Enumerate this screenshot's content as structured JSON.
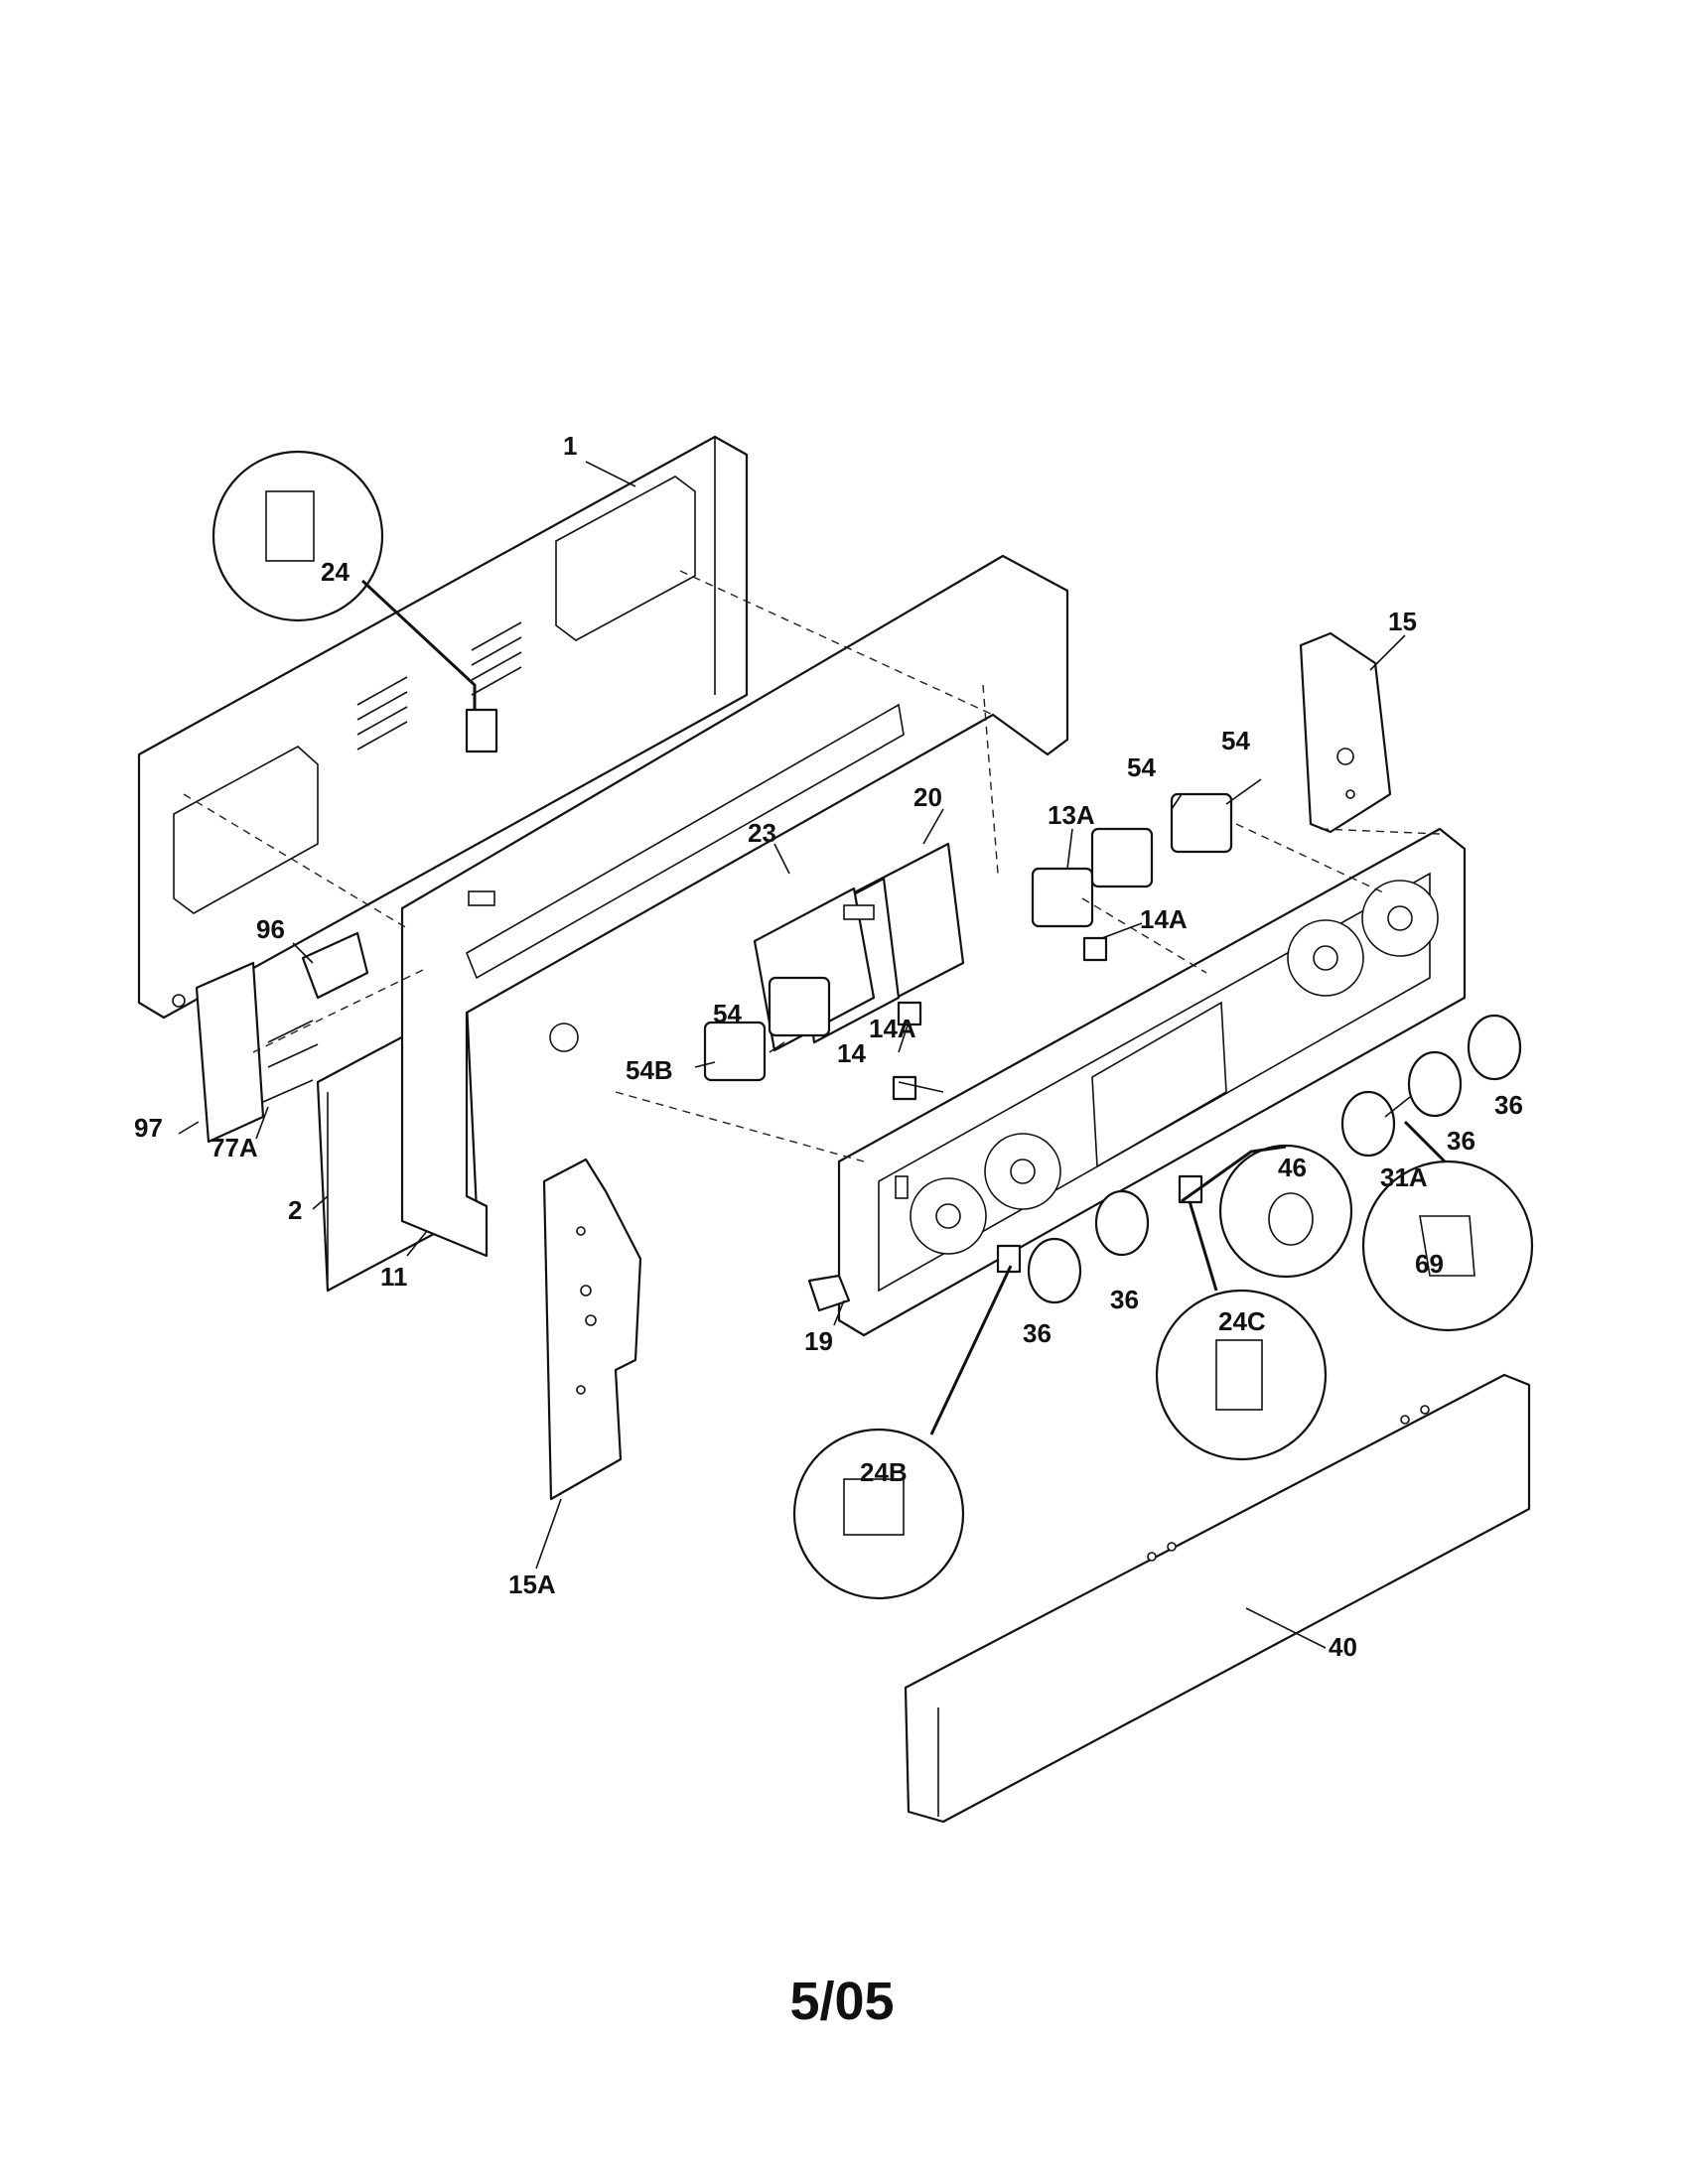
{
  "footer": "5/05",
  "callouts": [
    {
      "id": "1",
      "text": "1"
    },
    {
      "id": "2",
      "text": "2"
    },
    {
      "id": "11",
      "text": "11"
    },
    {
      "id": "13A",
      "text": "13A"
    },
    {
      "id": "14",
      "text": "14"
    },
    {
      "id": "14A-a",
      "text": "14A"
    },
    {
      "id": "14A-b",
      "text": "14A"
    },
    {
      "id": "15",
      "text": "15"
    },
    {
      "id": "15A",
      "text": "15A"
    },
    {
      "id": "19",
      "text": "19"
    },
    {
      "id": "20",
      "text": "20"
    },
    {
      "id": "23",
      "text": "23"
    },
    {
      "id": "24",
      "text": "24"
    },
    {
      "id": "24B",
      "text": "24B"
    },
    {
      "id": "24C",
      "text": "24C"
    },
    {
      "id": "31A",
      "text": "31A"
    },
    {
      "id": "36-a",
      "text": "36"
    },
    {
      "id": "36-b",
      "text": "36"
    },
    {
      "id": "36-c",
      "text": "36"
    },
    {
      "id": "36-d",
      "text": "36"
    },
    {
      "id": "40",
      "text": "40"
    },
    {
      "id": "46",
      "text": "46"
    },
    {
      "id": "54-a",
      "text": "54"
    },
    {
      "id": "54-b",
      "text": "54"
    },
    {
      "id": "54-c",
      "text": "54"
    },
    {
      "id": "54B",
      "text": "54B"
    },
    {
      "id": "69",
      "text": "69"
    },
    {
      "id": "77A",
      "text": "77A"
    },
    {
      "id": "96",
      "text": "96"
    },
    {
      "id": "97",
      "text": "97"
    }
  ]
}
